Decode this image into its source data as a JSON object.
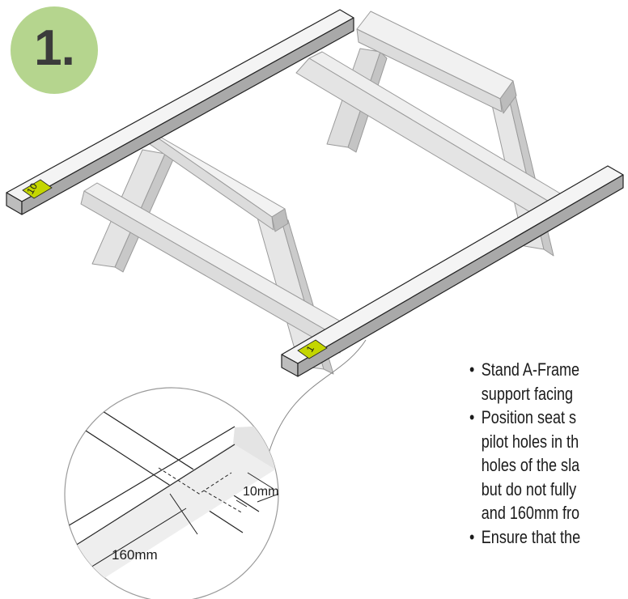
{
  "step": {
    "number": "1."
  },
  "slats": [
    {
      "label": "10"
    },
    {
      "label": "1"
    }
  ],
  "detail": {
    "dim_small": "10mm",
    "dim_large": "160mm"
  },
  "instructions": [
    {
      "lines": [
        "Stand A-Frame",
        "support facing"
      ]
    },
    {
      "lines": [
        "Position seat s",
        "pilot holes in th",
        "holes of the sla",
        "but do not fully",
        "and 160mm fro"
      ]
    },
    {
      "lines": [
        "Ensure that the"
      ]
    }
  ],
  "colors": {
    "badge": "#b5d58e",
    "timber_top": "#f3f3f3",
    "timber_side": "#d9d9d9",
    "timber_dark": "#a8a8a8",
    "label_fill": "#c4d600",
    "outline": "#222222"
  }
}
